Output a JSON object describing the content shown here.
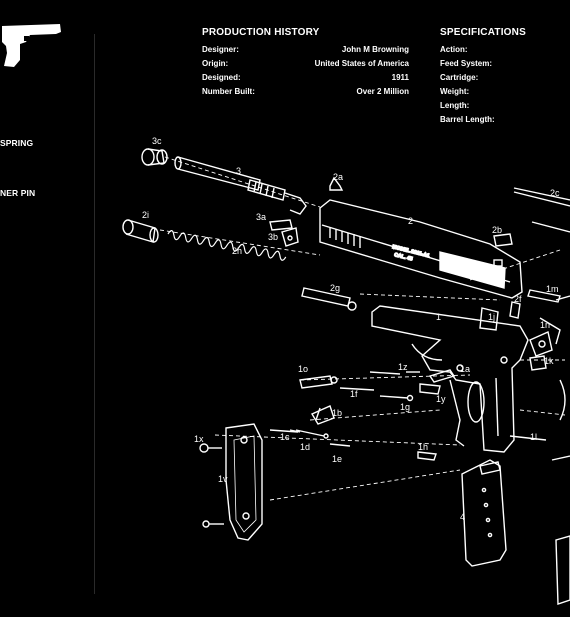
{
  "sidebar": {
    "labels": [
      "SPRING",
      "NER PIN"
    ]
  },
  "production_history": {
    "title": "PRODUCTION HISTORY",
    "rows": [
      {
        "key": "Designer:",
        "value": "John M Browning"
      },
      {
        "key": "Origin:",
        "value": "United States of America"
      },
      {
        "key": "Designed:",
        "value": "1911"
      },
      {
        "key": "Number Built:",
        "value": "Over 2 Million"
      }
    ]
  },
  "specifications": {
    "title": "SPECIFICATIONS",
    "rows": [
      "Action:",
      "Feed System:",
      "Cartridge:",
      "Weight:",
      "Length:",
      "Barrel Length:"
    ]
  },
  "slide_engraving": {
    "line1": "MODEL 1911-A1",
    "line2": "CAL. 45"
  },
  "part_labels": [
    "3c",
    "3",
    "2a",
    "2",
    "2b",
    "2c",
    "2i",
    "3a",
    "3b",
    "2h",
    "2g",
    "2f",
    "1m",
    "1j",
    "1",
    "1n",
    "1o",
    "1z",
    "1a",
    "1f",
    "1k",
    "1b",
    "1g",
    "1y",
    "1x",
    "1c",
    "1d",
    "1e",
    "1h",
    "1l",
    "1v",
    "4"
  ],
  "colors": {
    "background": "#000000",
    "line_art": "#ffffff"
  },
  "icons": [
    "pistol-silhouette-icon"
  ]
}
